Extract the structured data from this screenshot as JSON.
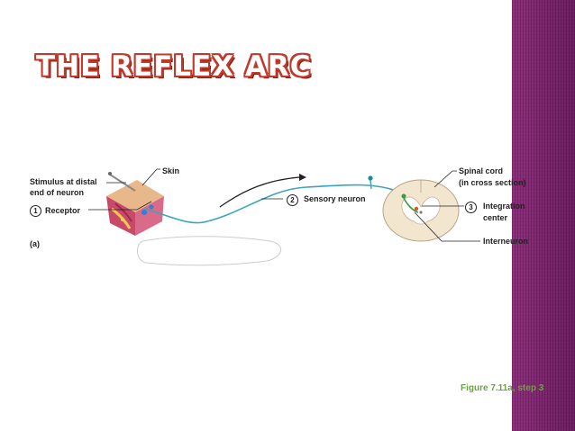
{
  "slide": {
    "title": "THE REFLEX ARC",
    "accent_color": "#c0392b",
    "sidebar_color": "#7a1f6a"
  },
  "diagram": {
    "labels": {
      "skin": "Skin",
      "stimulus_line1": "Stimulus at distal",
      "stimulus_line2": "end of neuron",
      "receptor": "Receptor",
      "panel": "(a)",
      "sensory_neuron": "Sensory neuron",
      "spinal_cord_line1": "Spinal cord",
      "spinal_cord_line2": "(in cross section)",
      "integration_line1": "Integration",
      "integration_line2": "center",
      "interneuron": "Interneuron"
    },
    "steps": [
      "1",
      "2",
      "3"
    ],
    "caption": "Figure 7.11a, step 3"
  }
}
